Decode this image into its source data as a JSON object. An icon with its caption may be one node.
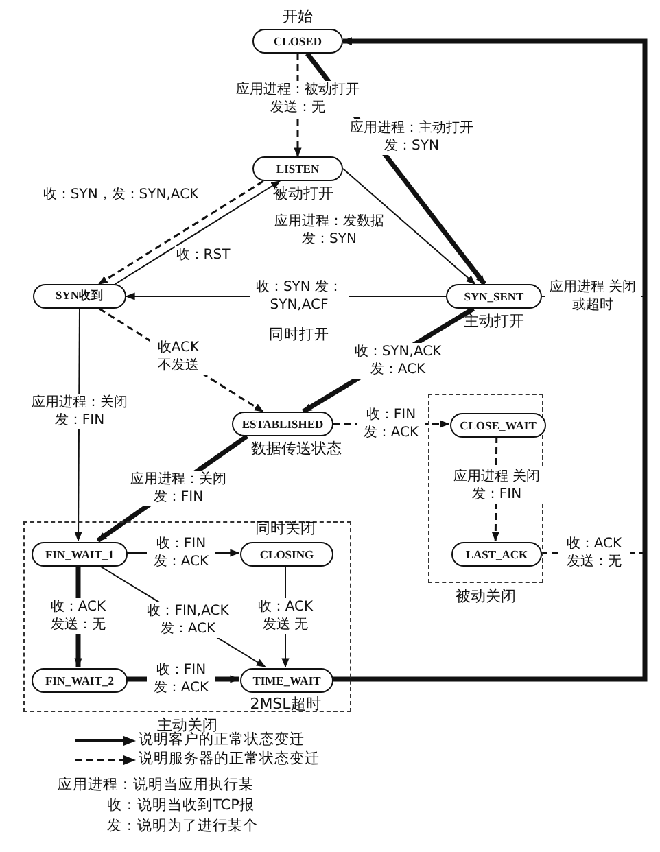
{
  "diagram": {
    "nodes": [
      {
        "text": [
          "CLOSED"
        ],
        "beside": [
          "开始"
        ]
      },
      {
        "text": [
          "LISTEN"
        ],
        "beside": [
          "被动打开"
        ]
      },
      {
        "text": [
          "SYN收到"
        ]
      },
      {
        "text": [
          "SYN_SENT"
        ],
        "beside": [
          "主动打开"
        ]
      },
      {
        "text": [
          "ESTABLISHED"
        ],
        "beside": [
          "数据传送状态"
        ]
      },
      {
        "text": [
          "被动关闭"
        ]
      },
      {
        "text": [
          "CLOSE_WAIT"
        ],
        "in": 5
      },
      {
        "text": [
          "LAST_ACK"
        ],
        "in": 5
      },
      {
        "text": [
          "主动关闭"
        ]
      },
      {
        "text": [
          "FIN_WAIT_1"
        ],
        "in": 8
      },
      {
        "text": [
          "CLOSING"
        ],
        "in": 8,
        "beside": [
          "同时关闭"
        ]
      },
      {
        "text": [
          "FIN_WAIT_2"
        ],
        "in": 8
      },
      {
        "text": [
          "TIME_WAIT"
        ],
        "in": 8,
        "beside": [
          "2MSL超时"
        ]
      }
    ],
    "edges": [
      {
        "from": 0,
        "to": 1,
        "arrow": "to",
        "style": "dashed",
        "label": "应用进程：被动打开发送：无"
      },
      {
        "from": 0,
        "to": 3,
        "arrow": "to",
        "style": "thick",
        "label": "应用进程：主动打开发：SYN"
      },
      {
        "from": 1,
        "to": 3,
        "arrow": "to",
        "label": "应用进程：发数据发：SYN"
      },
      {
        "from": 1,
        "to": 2,
        "arrow": "to",
        "style": "dashed",
        "label": "收：SYN，发：SYN,ACK"
      },
      {
        "from": 2,
        "to": 1,
        "arrow": "to",
        "label": "收：RST"
      },
      {
        "from": 3,
        "to": 2,
        "arrow": "to",
        "label": "收：SYN 发：SYN,ACF"
      },
      {
        "from": 3,
        "to": 0,
        "arrow": "to",
        "label": "应用进程 关闭或超时"
      },
      {
        "from": 2,
        "to": 4,
        "arrow": "to",
        "style": "dashed",
        "label": "收ACK 不发送"
      },
      {
        "from": 3,
        "to": 4,
        "arrow": "to",
        "style": "thick",
        "label": "收：SYN,ACK 发：ACK"
      },
      {
        "from": 2,
        "to": 9,
        "arrow": "to",
        "label": "应用进程：关闭发：FIN"
      },
      {
        "from": 4,
        "to": 6,
        "arrow": "to",
        "style": "dashed",
        "label": "收：FIN 发：ACK"
      },
      {
        "from": 4,
        "to": 9,
        "arrow": "to",
        "style": "thick",
        "label": "应用进程：关闭发：FIN"
      },
      {
        "from": 6,
        "to": 7,
        "arrow": "to",
        "style": "dashed",
        "label": "应用进程 关闭发：FIN"
      },
      {
        "from": 7,
        "to": 0,
        "arrow": "to",
        "style": "dashed",
        "label": "收：ACK 发送：无"
      },
      {
        "from": 9,
        "to": 10,
        "arrow": "to",
        "label": "收：FIN 发：ACK"
      },
      {
        "from": 9,
        "to": 12,
        "arrow": "to",
        "label": "收：FIN,ACK 发：ACK"
      },
      {
        "from": 9,
        "to": 11,
        "arrow": "to",
        "style": "thick",
        "label": "收：ACK 发送：无"
      },
      {
        "from": 10,
        "to": 12,
        "arrow": "to",
        "label": "收：ACK发送 无"
      },
      {
        "from": 11,
        "to": 12,
        "arrow": "to",
        "style": "thick",
        "label": "收：FIN 发：ACK"
      },
      {
        "from": 12,
        "to": 0,
        "arrow": "to",
        "style": "thick"
      }
    ],
    "labels": [
      "同时打开",
      "应用进程：说明当应用执行某",
      "收：说明当收到TCP报",
      "发：说明为了进行某个"
    ],
    "legend": [
      {
        "text": "说明客户的正常状态变迁"
      },
      {
        "text": "说明服务器的正常状态变迁"
      }
    ]
  }
}
